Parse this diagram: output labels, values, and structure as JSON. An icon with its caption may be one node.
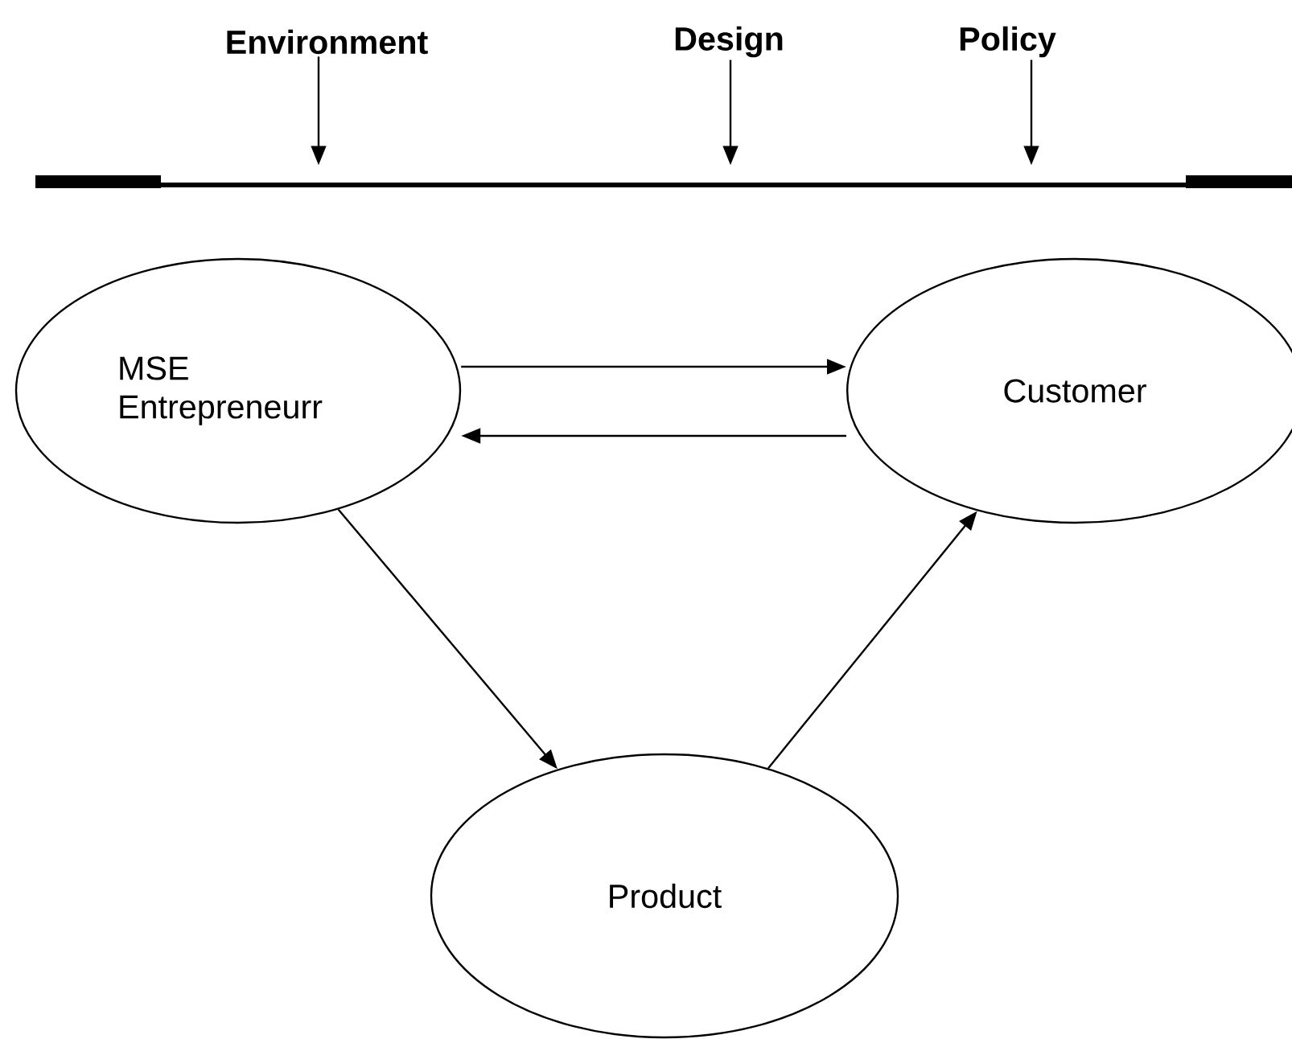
{
  "diagram": {
    "nodes": [
      {
        "text": [
          "Environment"
        ]
      },
      {
        "text": [
          "Design"
        ]
      },
      {
        "text": [
          "Policy"
        ]
      },
      {
        "text": [],
        "shape": "bar"
      },
      {
        "text": [
          "MSE Entrepreneurr"
        ]
      },
      {
        "text": [
          "Customer"
        ]
      },
      {
        "text": [
          "Product"
        ]
      }
    ],
    "edges": [
      {
        "from": 0,
        "to": 3,
        "arrow": "to"
      },
      {
        "from": 1,
        "to": 3,
        "arrow": "to"
      },
      {
        "from": 2,
        "to": 3,
        "arrow": "to"
      },
      {
        "from": 4,
        "to": 5,
        "arrow": "to"
      },
      {
        "from": 5,
        "to": 4,
        "arrow": "to"
      },
      {
        "from": 4,
        "to": 6,
        "arrow": "to"
      },
      {
        "from": 6,
        "to": 5,
        "arrow": "to"
      }
    ]
  }
}
